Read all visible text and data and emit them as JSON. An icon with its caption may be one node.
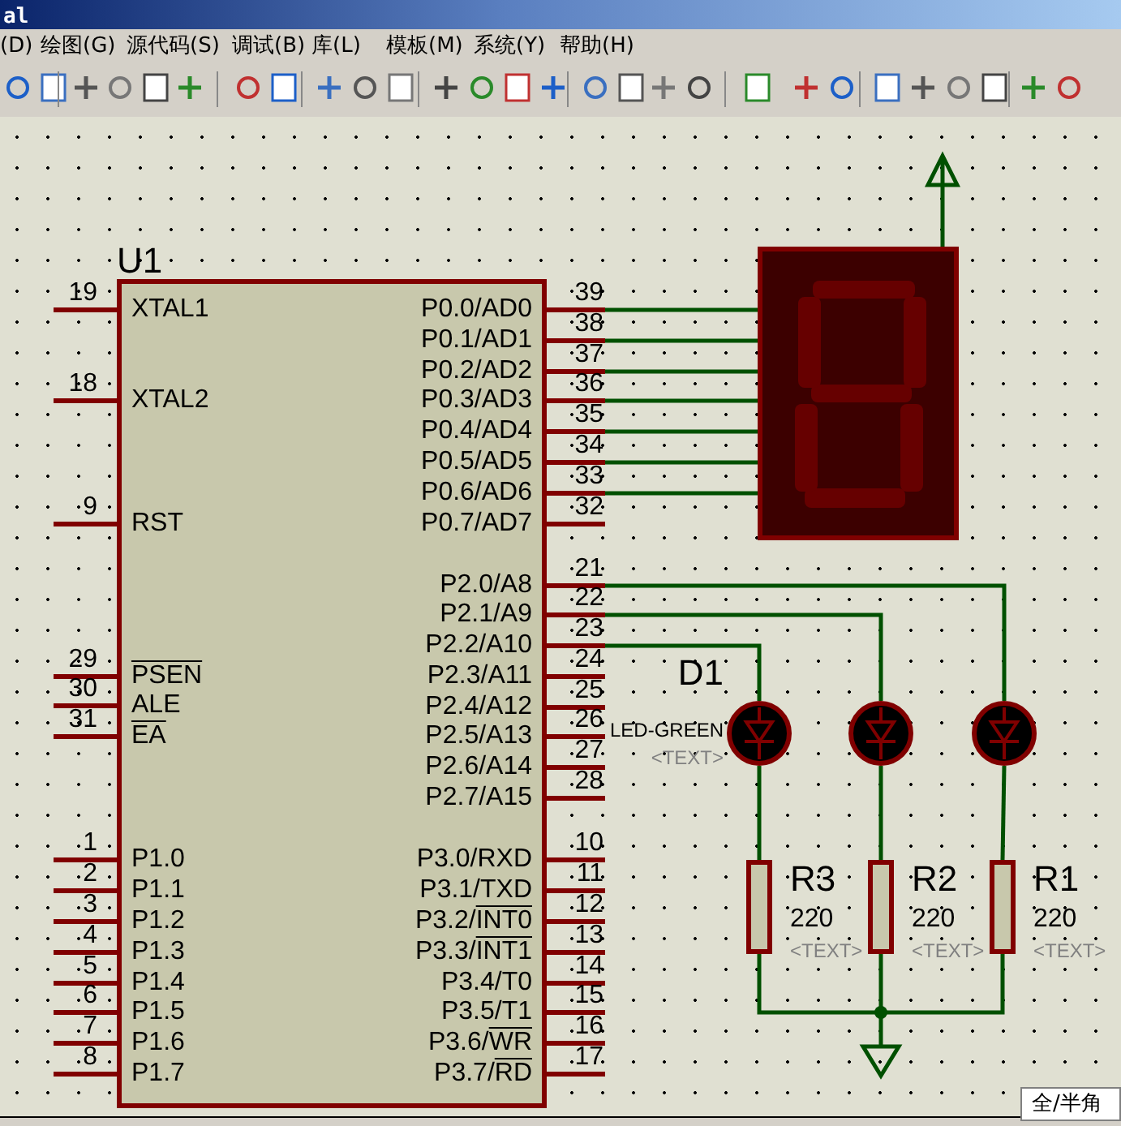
{
  "diagram": {
    "nodes": [
      {
        "text": [
          "U1"
        ]
      },
      {
        "text": [
          "XTAL1"
        ],
        "beside": [
          "19"
        ]
      },
      {
        "text": [
          "XTAL2"
        ],
        "beside": [
          "18"
        ]
      },
      {
        "text": [
          "RST"
        ],
        "beside": [
          "9"
        ]
      },
      {
        "text": [
          "PSEN"
        ],
        "beside": [
          "29"
        ]
      },
      {
        "text": [
          "ALE"
        ],
        "beside": [
          "30"
        ]
      },
      {
        "text": [
          "EA"
        ],
        "beside": [
          "31"
        ]
      },
      {
        "text": [
          "P1.0"
        ],
        "beside": [
          "1"
        ]
      },
      {
        "text": [
          "P1.1"
        ],
        "beside": [
          "2"
        ]
      },
      {
        "text": [
          "P1.2"
        ],
        "beside": [
          "3"
        ]
      },
      {
        "text": [
          "P1.3"
        ],
        "beside": [
          "4"
        ]
      },
      {
        "text": [
          "P1.4"
        ],
        "beside": [
          "5"
        ]
      },
      {
        "text": [
          "P1.5"
        ],
        "beside": [
          "6"
        ]
      },
      {
        "text": [
          "P1.6"
        ],
        "beside": [
          "7"
        ]
      },
      {
        "text": [
          "P1.7"
        ],
        "beside": [
          "8"
        ]
      },
      {
        "text": [
          "P0.0/AD0"
        ],
        "beside": [
          "39"
        ]
      },
      {
        "text": [
          "P0.1/AD1"
        ],
        "beside": [
          "38"
        ]
      },
      {
        "text": [
          "P0.2/AD2"
        ],
        "beside": [
          "37"
        ]
      },
      {
        "text": [
          "P0.3/AD3"
        ],
        "beside": [
          "36"
        ]
      },
      {
        "text": [
          "P0.4/AD4"
        ],
        "beside": [
          "35"
        ]
      },
      {
        "text": [
          "P0.5/AD5"
        ],
        "beside": [
          "34"
        ]
      },
      {
        "text": [
          "P0.6/AD6"
        ],
        "beside": [
          "33"
        ]
      },
      {
        "text": [
          "P0.7/AD7"
        ],
        "beside": [
          "32"
        ]
      },
      {
        "text": [
          "P2.0/A8"
        ],
        "beside": [
          "21"
        ]
      },
      {
        "text": [
          "P2.1/A9"
        ],
        "beside": [
          "22"
        ]
      },
      {
        "text": [
          "P2.2/A10"
        ],
        "beside": [
          "23"
        ]
      },
      {
        "text": [
          "P2.3/A11"
        ],
        "beside": [
          "24"
        ]
      },
      {
        "text": [
          "P2.4/A12"
        ],
        "beside": [
          "25"
        ]
      },
      {
        "text": [
          "P2.5/A13"
        ],
        "beside": [
          "26"
        ]
      },
      {
        "text": [
          "P2.6/A14"
        ],
        "beside": [
          "27"
        ]
      },
      {
        "text": [
          "P2.7/A15"
        ],
        "beside": [
          "28"
        ]
      },
      {
        "text": [
          "P3.0/RXD"
        ],
        "beside": [
          "10"
        ]
      },
      {
        "text": [
          "P3.1/TXD"
        ],
        "beside": [
          "11"
        ]
      },
      {
        "text": [
          "P3.2/INT0"
        ],
        "beside": [
          "12"
        ]
      },
      {
        "text": [
          "P3.3/INT1"
        ],
        "beside": [
          "13"
        ]
      },
      {
        "text": [
          "P3.4/T0"
        ],
        "beside": [
          "14"
        ]
      },
      {
        "text": [
          "P3.5/T1"
        ],
        "beside": [
          "15"
        ]
      },
      {
        "text": [
          "P3.6/WR"
        ],
        "beside": [
          "16"
        ]
      },
      {
        "text": [
          "P3.7/RD"
        ],
        "beside": [
          "17"
        ]
      },
      {
        "text": [],
        "shape": "box"
      },
      {
        "text": [],
        "shape": "arrow"
      },
      {
        "text": [],
        "shape": "circle",
        "beside": [
          "D1",
          "LED-GREEN",
          "<TEXT>"
        ]
      },
      {
        "text": [],
        "shape": "circle"
      },
      {
        "text": [],
        "shape": "circle"
      },
      {
        "text": [],
        "shape": "box",
        "beside": [
          "R3",
          "220",
          "<TEXT>"
        ]
      },
      {
        "text": [],
        "shape": "box",
        "beside": [
          "R2",
          "220",
          "<TEXT>"
        ]
      },
      {
        "text": [],
        "shape": "box",
        "beside": [
          "R1",
          "220",
          "<TEXT>"
        ]
      },
      {
        "text": [],
        "shape": "triangle"
      }
    ],
    "edges": [
      {
        "from": 15,
        "to": 39,
        "arrow": "none"
      },
      {
        "from": 16,
        "to": 39,
        "arrow": "none"
      },
      {
        "from": 17,
        "to": 39,
        "arrow": "none"
      },
      {
        "from": 18,
        "to": 39,
        "arrow": "none"
      },
      {
        "from": 19,
        "to": 39,
        "arrow": "none"
      },
      {
        "from": 20,
        "to": 39,
        "arrow": "none"
      },
      {
        "from": 21,
        "to": 39,
        "arrow": "none"
      },
      {
        "from": 39,
        "to": 40,
        "arrow": "none"
      },
      {
        "from": 23,
        "to": 43,
        "arrow": "none"
      },
      {
        "from": 24,
        "to": 42,
        "arrow": "none"
      },
      {
        "from": 25,
        "to": 41,
        "arrow": "none"
      },
      {
        "from": 41,
        "to": 44,
        "arrow": "none"
      },
      {
        "from": 42,
        "to": 45,
        "arrow": "none"
      },
      {
        "from": 43,
        "to": 46,
        "arrow": "none"
      },
      {
        "from": 44,
        "to": 47,
        "arrow": "none"
      },
      {
        "from": 45,
        "to": 47,
        "arrow": "none"
      },
      {
        "from": 46,
        "to": 47,
        "arrow": "none"
      }
    ],
    "labels": [
      "al",
      "(D)",
      "绘图(G)",
      "源代码(S)",
      "调试(B)",
      "库(L)",
      "模板(M)",
      "系统(Y)",
      "帮助(H)",
      "全/半角"
    ]
  }
}
